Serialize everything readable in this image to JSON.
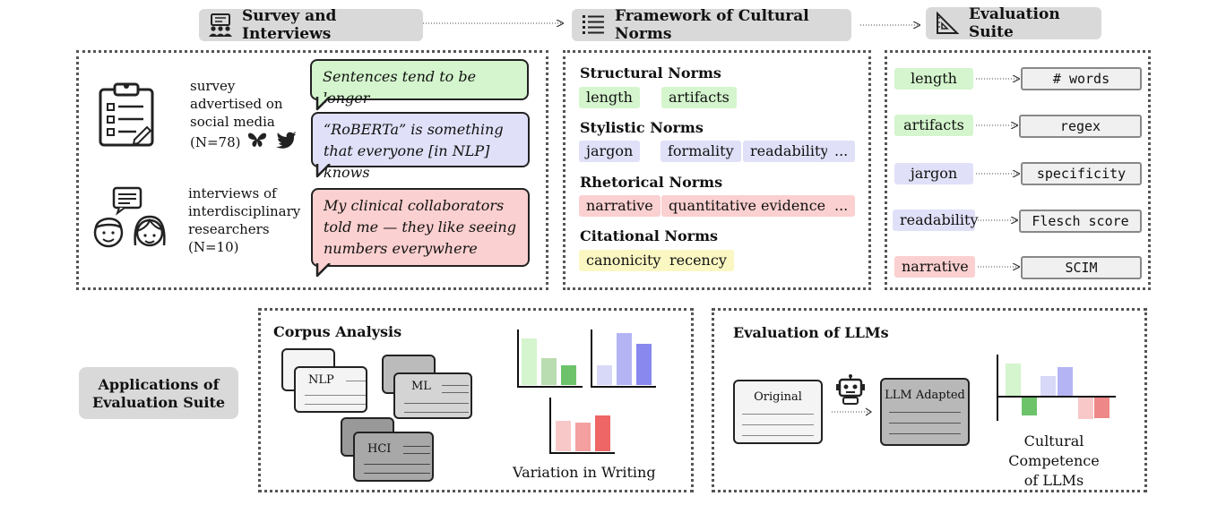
{
  "header": {
    "survey": "Survey and Interviews",
    "framework": "Framework of Cultural Norms",
    "evaluation": "Evaluation Suite"
  },
  "survey_panel": {
    "survey_text": [
      "survey",
      "advertised on",
      "social media",
      "(N=78)"
    ],
    "interview_text": [
      "interviews of",
      "interdisciplinary",
      "researchers",
      "(N=10)"
    ],
    "quotes": [
      "Sentences tend to be longer",
      "“RoBERTa” is something that everyone [in NLP] knows",
      "My clinical collaborators told me — they like seeing numbers everywhere"
    ]
  },
  "framework_panel": {
    "structural": {
      "title": "Structural Norms",
      "tags": [
        "length",
        "artifacts"
      ]
    },
    "stylistic": {
      "title": "Stylistic Norms",
      "tags": [
        "jargon",
        "formality",
        "readability",
        "..."
      ]
    },
    "rhetorical": {
      "title": "Rhetorical Norms",
      "tags": [
        "narrative",
        "quantitative evidence",
        "..."
      ]
    },
    "citational": {
      "title": "Citational Norms",
      "tags": [
        "canonicity",
        "recency"
      ]
    }
  },
  "evaluation_panel": {
    "rows": [
      {
        "norm": "length",
        "metric": "# words",
        "color": "#d4f5cd"
      },
      {
        "norm": "artifacts",
        "metric": "regex",
        "color": "#d4f5cd"
      },
      {
        "norm": "jargon",
        "metric": "specificity",
        "color": "#e0e0f8"
      },
      {
        "norm": "readability",
        "metric": "Flesch score",
        "color": "#e0e0f8"
      },
      {
        "norm": "narrative",
        "metric": "SCIM",
        "color": "#fbd0d0"
      }
    ]
  },
  "applications": {
    "label_line1": "Applications of",
    "label_line2": "Evaluation Suite",
    "corpus": {
      "title": "Corpus Analysis",
      "docs": [
        "NLP",
        "ML",
        "HCI"
      ],
      "caption": "Variation in Writing"
    },
    "llm": {
      "title": "Evaluation of LLMs",
      "original": "Original",
      "adapted": "LLM Adapted",
      "caption_line1": "Cultural Competence",
      "caption_line2": "of LLMs"
    }
  },
  "colors": {
    "green_light": "#d4f5cd",
    "green_mid": "#b9dcb0",
    "green_dark": "#6cc36a",
    "blue_light": "#d8d8f8",
    "blue_mid": "#b4b4f4",
    "blue_dark": "#8888ee",
    "red_light": "#f8c8c8",
    "red_mid": "#f4a0a0",
    "red_dark": "#ee6666"
  }
}
